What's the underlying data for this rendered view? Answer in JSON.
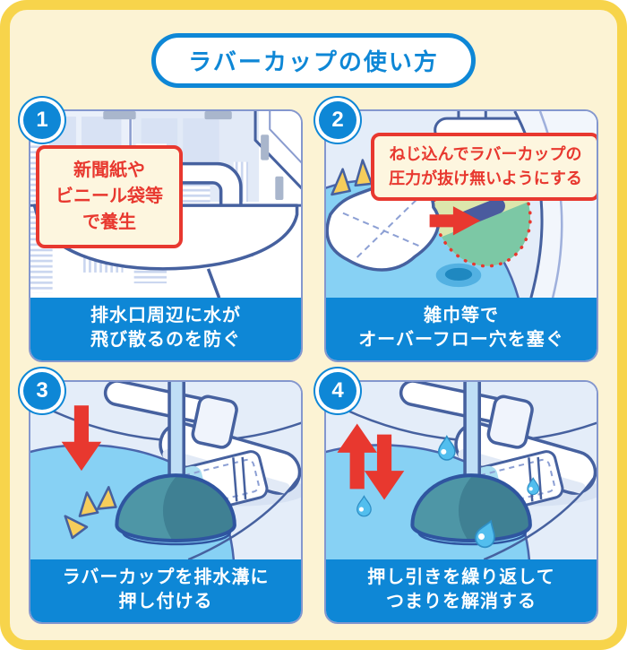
{
  "page": {
    "title": "ラバーカップの使い方"
  },
  "steps": [
    {
      "number": "1",
      "note_lines": [
        "新聞紙や",
        "ビニール袋等",
        "で養生"
      ],
      "caption_lines": [
        "排水口周辺に水が",
        "飛び散るのを防ぐ"
      ]
    },
    {
      "number": "2",
      "note_lines": [
        "ねじ込んでラバーカップの",
        "圧力が抜け無いようにする"
      ],
      "caption_lines": [
        "雑巾等で",
        "オーバーフロー穴を塞ぐ"
      ]
    },
    {
      "number": "3",
      "caption_lines": [
        "ラバーカップを排水溝に",
        "押し付ける"
      ]
    },
    {
      "number": "4",
      "caption_lines": [
        "押し引きを繰り返して",
        "つまりを解消する"
      ]
    }
  ],
  "colors": {
    "frame_yellow": "#F7D44B",
    "background_cream": "#FCF3D4",
    "brand_blue": "#0E87D6",
    "accent_red": "#E8382F",
    "panel_border": "#8497CE",
    "outline_navy": "#46619F",
    "water_blue": "#87D1F4",
    "plunger_teal": "#4E96A6",
    "spark_yellow": "#F6CD5B",
    "overflow_green": "#7CC8A5"
  }
}
